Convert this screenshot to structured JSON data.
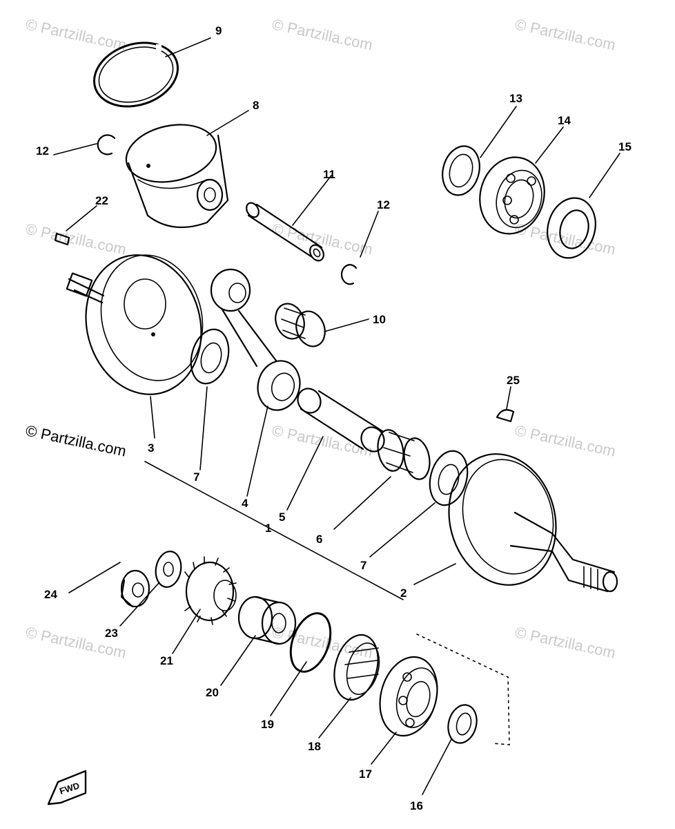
{
  "watermark": {
    "small": "© Partzilla.com",
    "main": "© Partzilla.com"
  },
  "fwd_badge": "FWD",
  "callouts": {
    "c1": "1",
    "c2": "2",
    "c3": "3",
    "c4": "4",
    "c5": "5",
    "c6": "6",
    "c7a": "7",
    "c7b": "7",
    "c8": "8",
    "c9": "9",
    "c10": "10",
    "c11": "11",
    "c12a": "12",
    "c12b": "12",
    "c13": "13",
    "c14": "14",
    "c15": "15",
    "c16": "16",
    "c17": "17",
    "c18": "18",
    "c19": "19",
    "c20": "20",
    "c21": "21",
    "c22": "22",
    "c23": "23",
    "c24": "24",
    "c25": "25"
  }
}
